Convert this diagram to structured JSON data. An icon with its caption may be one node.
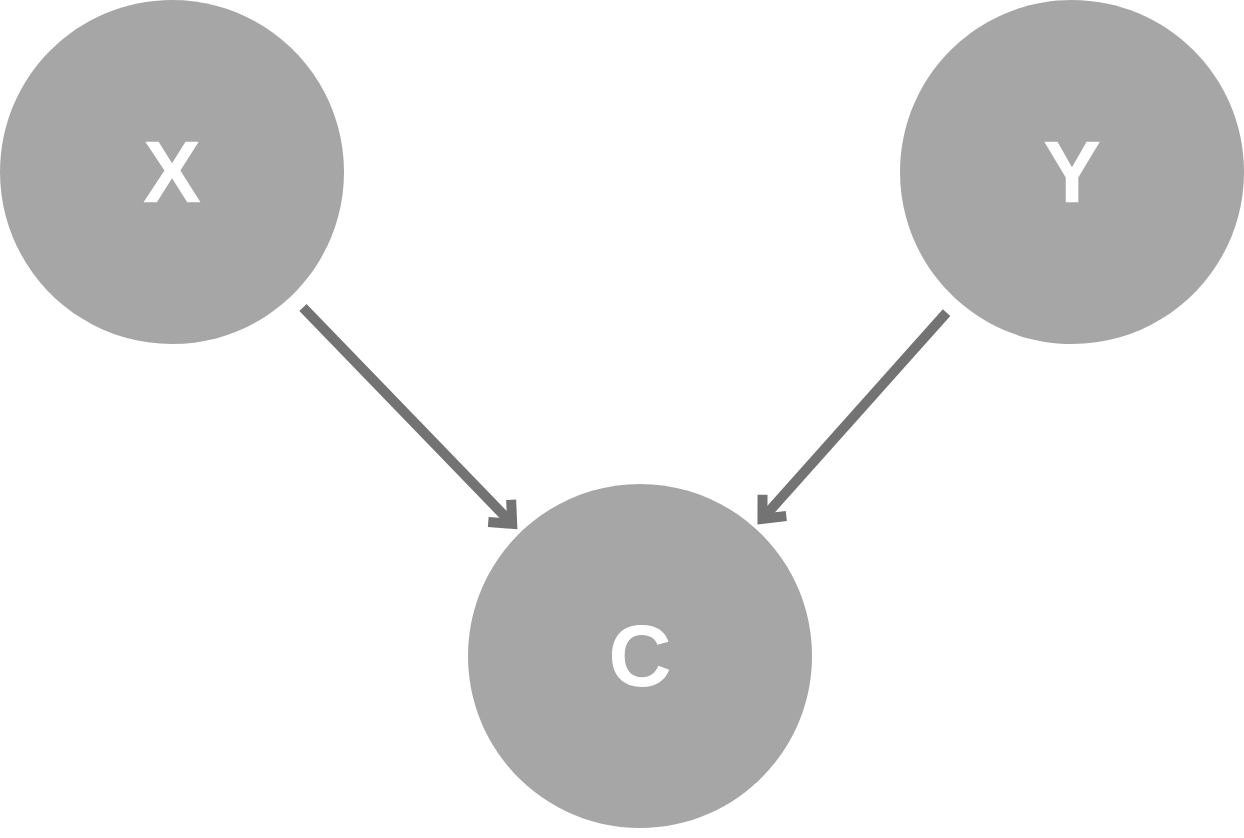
{
  "diagram": {
    "nodes": [
      {
        "text": [
          "X"
        ]
      },
      {
        "text": [
          "Y"
        ]
      },
      {
        "text": [
          "C"
        ]
      }
    ],
    "edges": [
      {
        "from": 0,
        "to": 2,
        "arrow": "to"
      },
      {
        "from": 1,
        "to": 2,
        "arrow": "to"
      }
    ]
  }
}
